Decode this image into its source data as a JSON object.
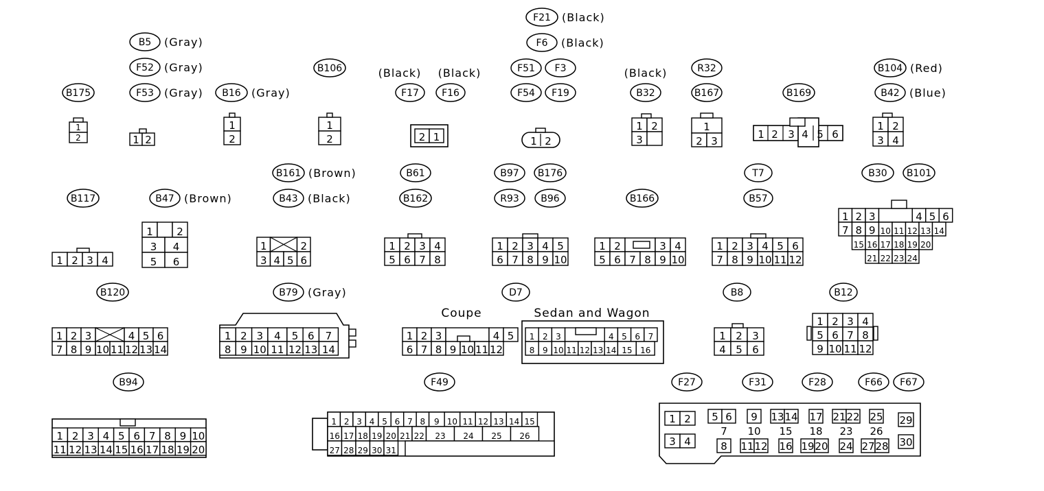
{
  "labels": [
    {
      "id": "F21",
      "color": "(Black)"
    },
    {
      "id": "F6",
      "color": "(Black)"
    },
    {
      "id": "B5",
      "color": "(Gray)"
    },
    {
      "id": "F52",
      "color": "(Gray)"
    },
    {
      "id": "F53",
      "color": "(Gray)"
    },
    {
      "id": "B16",
      "color": "(Gray)"
    },
    {
      "id": "B175",
      "color": ""
    },
    {
      "id": "B106",
      "color": ""
    },
    {
      "id": "F17",
      "color": ""
    },
    {
      "id": "F16",
      "color": ""
    },
    {
      "id": "F51",
      "color": ""
    },
    {
      "id": "F3",
      "color": ""
    },
    {
      "id": "F54",
      "color": ""
    },
    {
      "id": "F19",
      "color": ""
    },
    {
      "id": "B32",
      "color": ""
    },
    {
      "id": "R32",
      "color": ""
    },
    {
      "id": "B167",
      "color": ""
    },
    {
      "id": "B169",
      "color": ""
    },
    {
      "id": "B104",
      "color": "(Red)"
    },
    {
      "id": "B42",
      "color": "(Blue)"
    },
    {
      "id": "B161",
      "color": "(Brown)"
    },
    {
      "id": "B43",
      "color": "(Black)"
    },
    {
      "id": "B61",
      "color": ""
    },
    {
      "id": "B162",
      "color": ""
    },
    {
      "id": "B97",
      "color": ""
    },
    {
      "id": "B176",
      "color": ""
    },
    {
      "id": "R93",
      "color": ""
    },
    {
      "id": "B96",
      "color": ""
    },
    {
      "id": "B166",
      "color": ""
    },
    {
      "id": "T7",
      "color": ""
    },
    {
      "id": "B57",
      "color": ""
    },
    {
      "id": "B30",
      "color": ""
    },
    {
      "id": "B101",
      "color": ""
    },
    {
      "id": "B117",
      "color": ""
    },
    {
      "id": "B47",
      "color": "(Brown)"
    },
    {
      "id": "B120",
      "color": ""
    },
    {
      "id": "B79",
      "color": "(Gray)"
    },
    {
      "id": "D7",
      "color": ""
    },
    {
      "id": "B8",
      "color": ""
    },
    {
      "id": "B12",
      "color": ""
    },
    {
      "id": "B94",
      "color": ""
    },
    {
      "id": "F49",
      "color": ""
    },
    {
      "id": "F27",
      "color": ""
    },
    {
      "id": "F31",
      "color": ""
    },
    {
      "id": "F28",
      "color": ""
    },
    {
      "id": "F66",
      "color": ""
    },
    {
      "id": "F67",
      "color": ""
    }
  ],
  "color_notes": {
    "f17": "(Black)",
    "f16": "(Black)",
    "b32": "(Black)"
  },
  "captions": {
    "coupe": "Coupe",
    "sedan_wagon": "Sedan and Wagon"
  },
  "connectors": [
    {
      "name": "c-b175",
      "cells": [
        [
          "1"
        ],
        [
          "2"
        ]
      ]
    },
    {
      "name": "c-b5",
      "cells": [
        [
          "1",
          "2"
        ]
      ]
    },
    {
      "name": "c-b16",
      "cells": [
        [
          "1"
        ],
        [
          "2"
        ]
      ]
    },
    {
      "name": "c-b106",
      "cells": [
        [
          "1"
        ],
        [
          "2"
        ]
      ]
    },
    {
      "name": "c-f17",
      "cells": [
        [
          "2",
          "1"
        ]
      ]
    },
    {
      "name": "c-f51",
      "cells": [
        [
          "1",
          "2"
        ]
      ]
    },
    {
      "name": "c-b32",
      "cells": [
        [
          "1",
          "2"
        ],
        [
          "3",
          ""
        ]
      ]
    },
    {
      "name": "c-r32",
      "cells": [
        [
          "1"
        ],
        [
          "2",
          "3"
        ]
      ]
    },
    {
      "name": "c-b169",
      "cells": [
        [
          "1",
          "2",
          "3",
          "4",
          "5",
          "6"
        ]
      ]
    },
    {
      "name": "c-b104",
      "cells": [
        [
          "1",
          "2"
        ],
        [
          "3",
          "4"
        ]
      ]
    },
    {
      "name": "c-b117",
      "cells": [
        [
          "1",
          "2",
          "3",
          "4"
        ]
      ]
    },
    {
      "name": "c-b47",
      "cells": [
        [
          "1",
          "",
          "2"
        ],
        [
          "3",
          "4"
        ],
        [
          "5",
          "6"
        ]
      ]
    },
    {
      "name": "c-b161",
      "cells": [
        [
          "1",
          "X",
          "2"
        ],
        [
          "3",
          "4",
          "5",
          "6"
        ]
      ]
    },
    {
      "name": "c-b61",
      "cells": [
        [
          "1",
          "2",
          "3",
          "4"
        ],
        [
          "5",
          "6",
          "7",
          "8"
        ]
      ]
    },
    {
      "name": "c-b97",
      "cells": [
        [
          "1",
          "2",
          "3",
          "4",
          "5"
        ],
        [
          "6",
          "7",
          "8",
          "9",
          "10"
        ]
      ]
    },
    {
      "name": "c-b166",
      "cells": [
        [
          "1",
          "2",
          "",
          "3",
          "4"
        ],
        [
          "5",
          "6",
          "7",
          "8",
          "9",
          "10"
        ]
      ]
    },
    {
      "name": "c-t7",
      "cells": [
        [
          "1",
          "2",
          "3",
          "4",
          "5",
          "6"
        ],
        [
          "7",
          "8",
          "9",
          "10",
          "11",
          "12"
        ]
      ]
    },
    {
      "name": "c-b30",
      "cells": [
        [
          "1",
          "2",
          "3",
          "",
          "4",
          "5",
          "6"
        ],
        [
          "7",
          "8",
          "9",
          "10",
          "11",
          "12",
          "13",
          "14"
        ],
        [
          "15",
          "16",
          "17",
          "18",
          "19",
          "20"
        ],
        [
          "21",
          "22",
          "23",
          "24"
        ]
      ]
    },
    {
      "name": "c-b120",
      "cells": [
        [
          "1",
          "2",
          "3",
          "X",
          "4",
          "5",
          "6"
        ],
        [
          "7",
          "8",
          "9",
          "10",
          "11",
          "12",
          "13",
          "14"
        ]
      ]
    },
    {
      "name": "c-b79",
      "cells": [
        [
          "1",
          "2",
          "3",
          "4",
          "5",
          "6",
          "7"
        ],
        [
          "8",
          "9",
          "10",
          "11",
          "12",
          "13",
          "14"
        ]
      ]
    },
    {
      "name": "c-coupe",
      "cells": [
        [
          "1",
          "2",
          "3",
          "",
          "4",
          "5"
        ],
        [
          "6",
          "7",
          "8",
          "9",
          "10",
          "11",
          "12"
        ]
      ]
    },
    {
      "name": "c-sedan",
      "cells": [
        [
          "1",
          "2",
          "3",
          "",
          "4",
          "5",
          "6",
          "7"
        ],
        [
          "8",
          "9",
          "10",
          "11",
          "12",
          "13",
          "14",
          "15",
          "16"
        ]
      ]
    },
    {
      "name": "c-b8",
      "cells": [
        [
          "1",
          "2",
          "3"
        ],
        [
          "4",
          "5",
          "6"
        ]
      ]
    },
    {
      "name": "c-b12",
      "cells": [
        [
          "1",
          "2",
          "3",
          "4"
        ],
        [
          "5",
          "6",
          "7",
          "8"
        ],
        [
          "9",
          "10",
          "11",
          "12"
        ]
      ]
    },
    {
      "name": "c-b94",
      "cells": [
        [
          "1",
          "2",
          "3",
          "4",
          "5",
          "6",
          "7",
          "8",
          "9",
          "10"
        ],
        [
          "11",
          "12",
          "13",
          "14",
          "15",
          "16",
          "17",
          "18",
          "19",
          "20"
        ]
      ]
    },
    {
      "name": "c-f49",
      "cells": [
        [
          "1",
          "2",
          "3",
          "4",
          "5",
          "6",
          "7",
          "8",
          "9",
          "10",
          "11",
          "12",
          "13",
          "14",
          "15"
        ],
        [
          "16",
          "17",
          "18",
          "19",
          "20",
          "21",
          "22",
          "23",
          "24",
          "25",
          "26"
        ],
        [
          "27",
          "28",
          "29",
          "30",
          "31"
        ]
      ]
    },
    {
      "name": "c-f27",
      "cells": [
        [
          "1",
          "2"
        ],
        [
          "3",
          "4"
        ],
        [
          "5",
          "6"
        ],
        [
          "7"
        ],
        [
          "8"
        ],
        [
          "9"
        ],
        [
          "10"
        ],
        [
          "11",
          "12"
        ],
        [
          "13",
          "14"
        ],
        [
          "15"
        ],
        [
          "16"
        ],
        [
          "17"
        ],
        [
          "18"
        ],
        [
          "19",
          "20"
        ],
        [
          "21",
          "22"
        ],
        [
          "23"
        ],
        [
          "24"
        ],
        [
          "25"
        ],
        [
          "26"
        ],
        [
          "27",
          "28"
        ],
        [
          "29"
        ],
        [
          "30"
        ]
      ]
    }
  ]
}
